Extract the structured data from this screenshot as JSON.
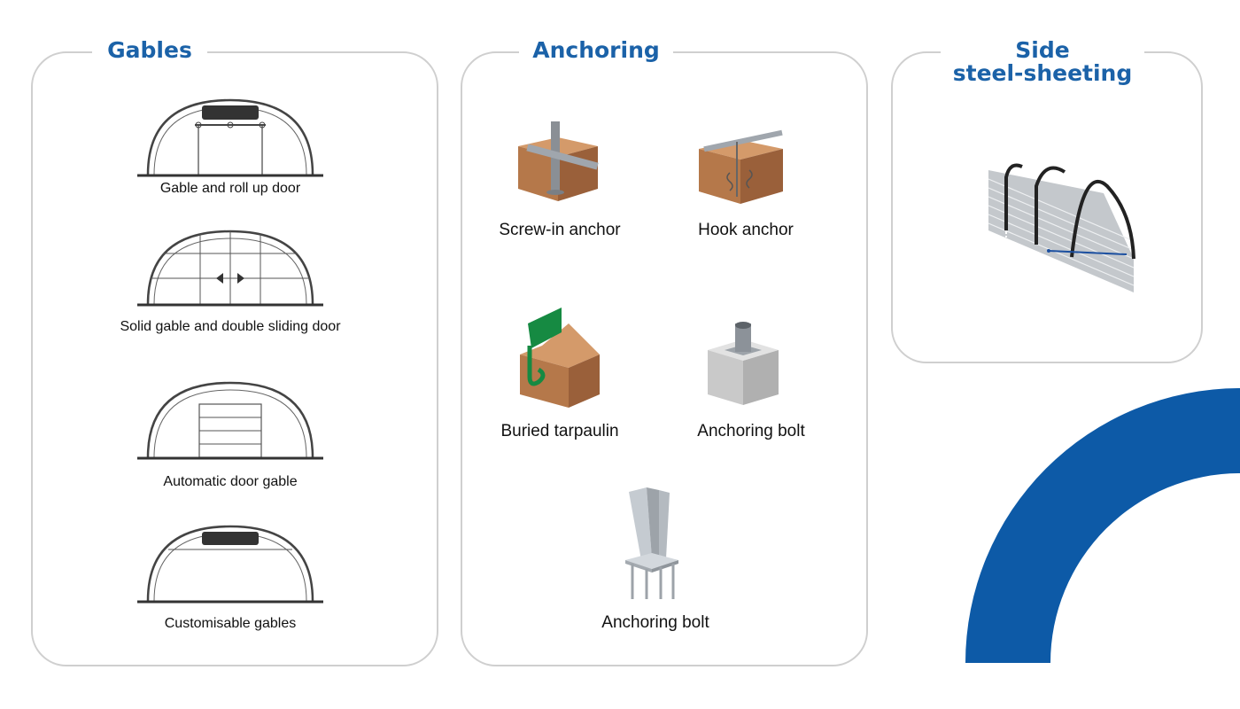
{
  "gables": {
    "title": "Gables",
    "items": [
      {
        "label": "Gable and roll up door",
        "icon": "gable-roll-up-door-icon"
      },
      {
        "label": "Solid gable and double sliding door",
        "icon": "gable-sliding-door-icon"
      },
      {
        "label": "Automatic door gable",
        "icon": "gable-automatic-door-icon"
      },
      {
        "label": "Customisable gables",
        "icon": "gable-custom-icon"
      }
    ]
  },
  "anchoring": {
    "title": "Anchoring",
    "items": [
      {
        "label": "Screw-in anchor",
        "icon": "screw-in-anchor-icon"
      },
      {
        "label": "Hook anchor",
        "icon": "hook-anchor-icon"
      },
      {
        "label": "Buried tarpaulin",
        "icon": "buried-tarpaulin-icon"
      },
      {
        "label": "Anchoring bolt",
        "icon": "anchoring-bolt-concrete-icon"
      },
      {
        "label": "Anchoring bolt",
        "icon": "anchoring-bolt-plate-icon"
      }
    ]
  },
  "side_protection": {
    "title_line1": "Side protecting",
    "title_line2": "steel-sheeting",
    "icon": "steel-sheeting-icon"
  },
  "colors": {
    "accent": "#1b62a8",
    "arc": "#0d5aa7",
    "border": "#cfcfcf",
    "soil": "#b5784a"
  }
}
